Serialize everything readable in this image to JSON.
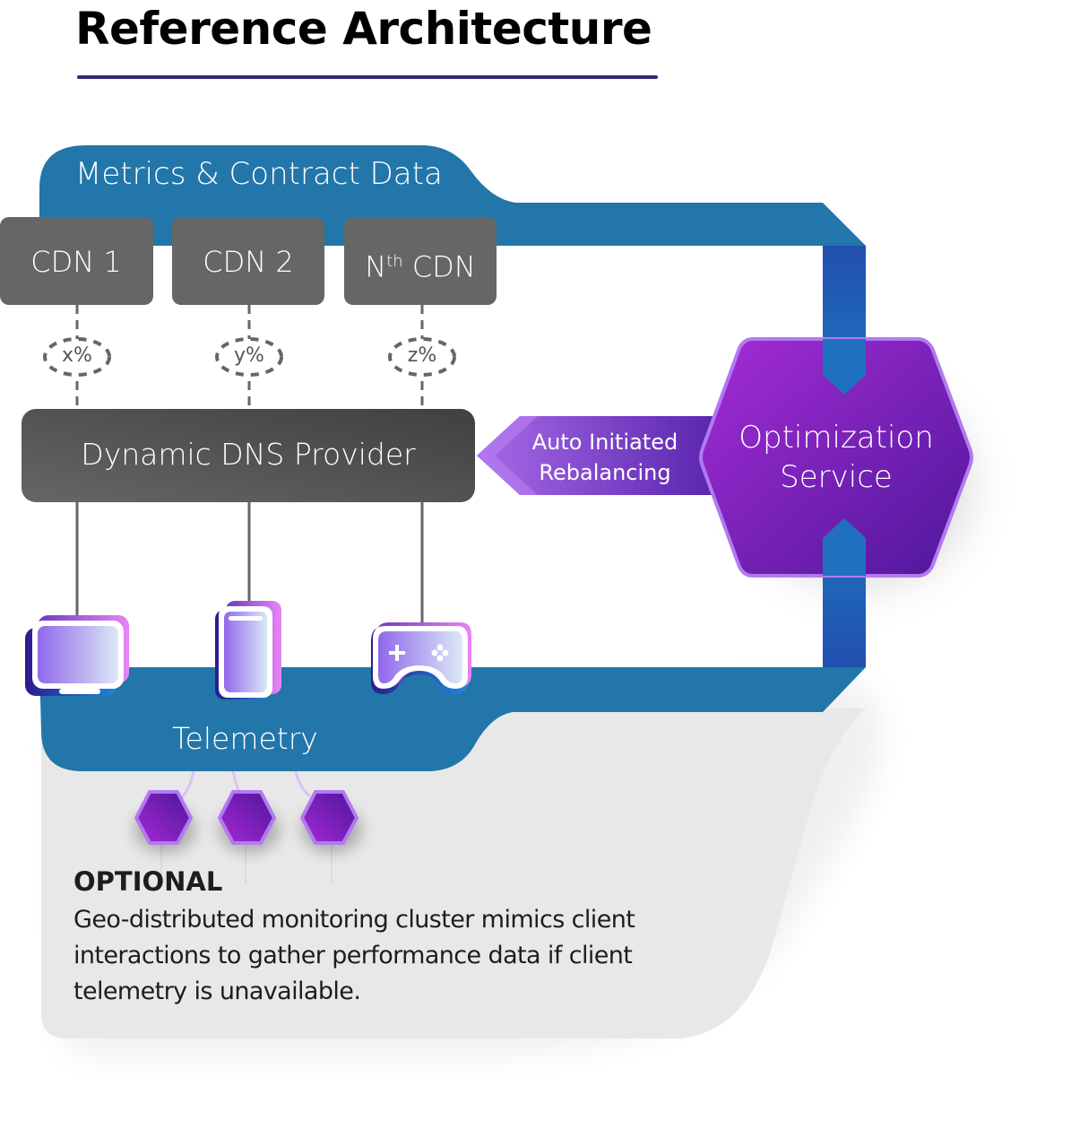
{
  "title": "Reference Architecture",
  "colors": {
    "title_rule": "#3a2573",
    "band_blue": "#2276aa",
    "connector_blue": "#2352b0",
    "cdn_box": "#666666",
    "dns_box": "#4a4a4a",
    "purple_dark": "#5a1a9e",
    "purple_light": "#a035d8",
    "purple_border": "#b57bf0",
    "optional_panel": "#e8e8e8"
  },
  "bands": {
    "top_label": "Metrics & Contract Data",
    "bottom_label": "Telemetry"
  },
  "cdns": [
    {
      "label": "CDN 1",
      "share": "x%"
    },
    {
      "label": "CDN 2",
      "share": "y%"
    },
    {
      "label_prefix": "N",
      "label_sup": "th",
      "label_suffix": " CDN",
      "share": "z%"
    }
  ],
  "dns_provider": "Dynamic DNS Provider",
  "rebalancing_arrow": {
    "line1": "Auto Initiated",
    "line2": "Rebalancing"
  },
  "optimization_service": {
    "line1": "Optimization",
    "line2": "Service"
  },
  "client_devices": [
    {
      "icon": "tv-icon"
    },
    {
      "icon": "phone-icon"
    },
    {
      "icon": "gamepad-icon"
    }
  ],
  "monitoring_nodes": 3,
  "optional": {
    "heading": "OPTIONAL",
    "body": "Geo-distributed monitoring cluster mimics client interactions to gather performance data if client telemetry is unavailable."
  }
}
